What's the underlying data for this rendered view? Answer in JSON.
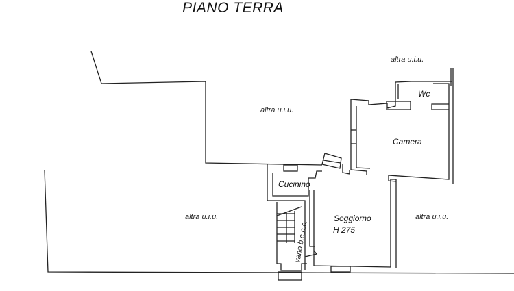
{
  "title": "PIANO TERRA",
  "labels": {
    "other_unit_top_right": "altra u.i.u.",
    "other_unit_top_center": "altra u.i.u.",
    "other_unit_left": "altra u.i.u.",
    "other_unit_right": "altra u.i.u.",
    "wc": "Wc",
    "camera": "Camera",
    "cucinino": "Cucinino",
    "soggiorno": "Soggiorno",
    "height": "H 275",
    "vano": "vano b.c.n.c."
  }
}
